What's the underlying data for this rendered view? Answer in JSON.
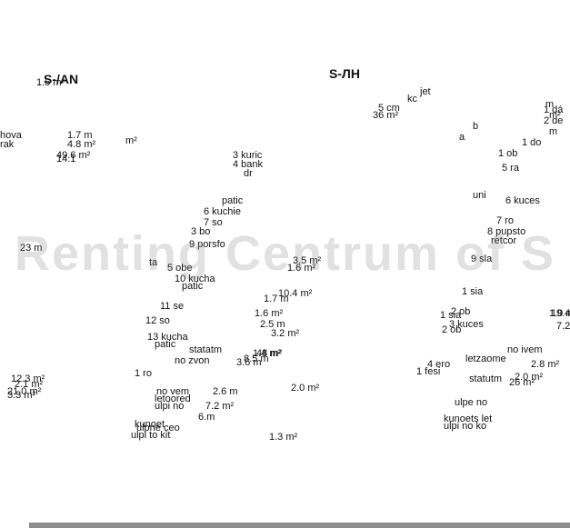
{
  "plan": {
    "title_left": "S-/AN",
    "title_right": "S-ЛН",
    "watermark": "Renting Centrum of S",
    "accent_color": "#111111",
    "bar_color": "#8c8c8c",
    "labels": [
      {
        "text": "jet"
      },
      {
        "text": "kc"
      },
      {
        "text": "5 cm"
      },
      {
        "text": "36 m²"
      },
      {
        "text": "1 dá"
      },
      {
        "text": "2 de"
      },
      {
        "text": "m"
      },
      {
        "text": "b"
      },
      {
        "text": "a"
      },
      {
        "text": "hova"
      },
      {
        "text": "rak"
      },
      {
        "text": "1.7 m"
      },
      {
        "text": "4.8 m²"
      },
      {
        "text": "49.6 m²"
      },
      {
        "text": "m²"
      },
      {
        "text": "14.1"
      },
      {
        "text": "1 do"
      },
      {
        "text": "1 ob"
      },
      {
        "text": "3 kuric"
      },
      {
        "text": "4 bank"
      },
      {
        "text": "dr"
      },
      {
        "text": "patic"
      },
      {
        "text": "6 kuchie"
      },
      {
        "text": "7 so"
      },
      {
        "text": "3 bo"
      },
      {
        "text": "9 porsfo"
      },
      {
        "text": "ta"
      },
      {
        "text": "3.5 m²"
      },
      {
        "text": "1.6 m²"
      },
      {
        "text": "5 obe"
      },
      {
        "text": "10 kucha"
      },
      {
        "text": "patic"
      },
      {
        "text": "11 se"
      },
      {
        "text": "12 so"
      },
      {
        "text": "13 kucha"
      },
      {
        "text": "patic"
      },
      {
        "text": "1.6 m²"
      },
      {
        "text": "2.5 m"
      },
      {
        "text": "3.2 m²"
      },
      {
        "text": "1.7 m"
      },
      {
        "text": "10.4 m²"
      },
      {
        "text": "no zvon"
      },
      {
        "text": "1.4 m²"
      },
      {
        "text": "8.5 m"
      },
      {
        "text": "statatm"
      },
      {
        "text": "48 m²"
      },
      {
        "text": "1 ro"
      },
      {
        "text": "no vem"
      },
      {
        "text": "letoored"
      },
      {
        "text": "ulpi no"
      },
      {
        "text": "2.6 m"
      },
      {
        "text": "7.2 m²"
      },
      {
        "text": "kunoet"
      },
      {
        "text": "6.m"
      },
      {
        "text": "ulpne ceo"
      },
      {
        "text": "ulpi to kit"
      },
      {
        "text": "1.3 m²"
      },
      {
        "text": "3.6 m"
      },
      {
        "text": "2.0 m²"
      },
      {
        "text": "uni"
      },
      {
        "text": "5 ra"
      },
      {
        "text": "6 kuces"
      },
      {
        "text": "7 ro"
      },
      {
        "text": "8 pupsto"
      },
      {
        "text": "retcor"
      },
      {
        "text": "9 sla"
      },
      {
        "text": "1 sia"
      },
      {
        "text": "2 ob"
      },
      {
        "text": "1 sia"
      },
      {
        "text": "2 ob"
      },
      {
        "text": "3 kuces"
      },
      {
        "text": "4 ero"
      },
      {
        "text": "1 fesi"
      },
      {
        "text": "no ivem"
      },
      {
        "text": "letzaome"
      },
      {
        "text": "1.9 m²"
      },
      {
        "text": "statutm"
      },
      {
        "text": "26 m²"
      },
      {
        "text": "2.0 m²"
      },
      {
        "text": "ulpe no"
      },
      {
        "text": "kunoets let"
      },
      {
        "text": "ulpi no ko"
      },
      {
        "text": "2.8 m²"
      },
      {
        "text": "19.4"
      },
      {
        "text": "7.2 m²"
      },
      {
        "text": "2.1 m²"
      },
      {
        "text": "3.3 m²"
      },
      {
        "text": "12.3 m²"
      },
      {
        "text": "23 m"
      },
      {
        "text": "21.0 m²"
      },
      {
        "text": "1.5 m²"
      },
      {
        "text": "m"
      },
      {
        "text": "m²"
      }
    ]
  }
}
